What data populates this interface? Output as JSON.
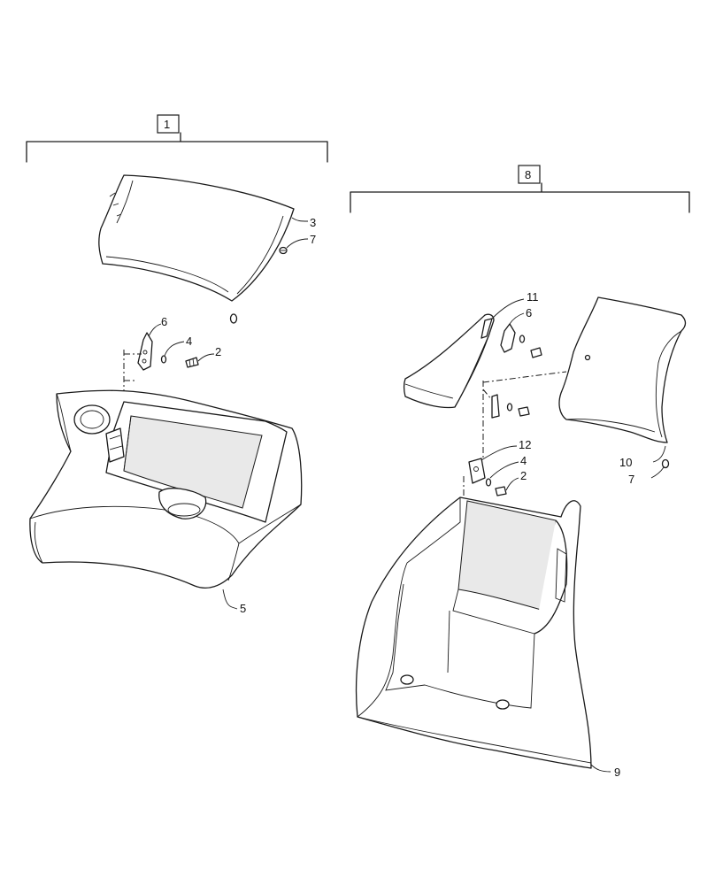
{
  "assemblies": [
    {
      "number": "1"
    },
    {
      "number": "8"
    }
  ],
  "callouts": {
    "c2a": "2",
    "c3": "3",
    "c4a": "4",
    "c5": "5",
    "c6a": "6",
    "c7a": "7",
    "c2b": "2",
    "c4b": "4",
    "c6b": "6",
    "c7b": "7",
    "c9": "9",
    "c10": "10",
    "c11": "11",
    "c12": "12"
  }
}
